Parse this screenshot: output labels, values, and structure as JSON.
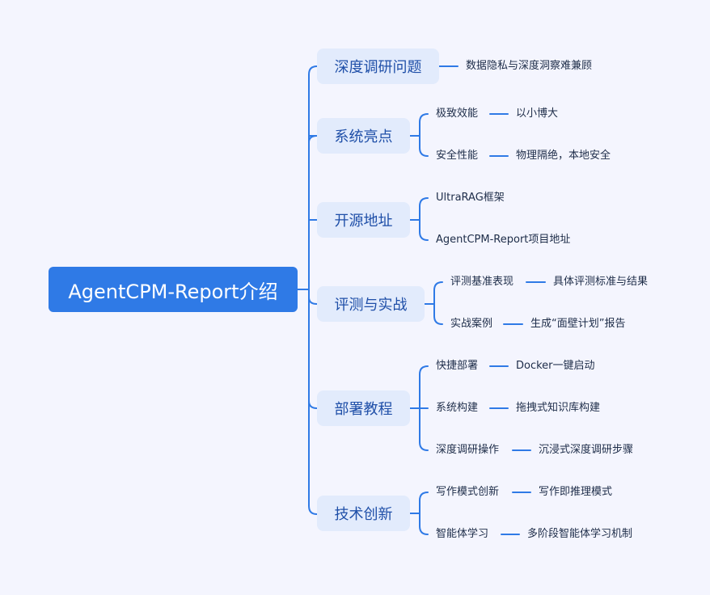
{
  "root": {
    "label": "AgentCPM-Report介绍"
  },
  "colors": {
    "accent": "#2f7ae6",
    "branch_bg": "#e2ebfc",
    "branch_text": "#1f4fa8",
    "background": "#f4f5fe",
    "leaf_text": "#1d2c48"
  },
  "branches": [
    {
      "label": "深度调研问题",
      "children": [],
      "detail": "数据隐私与深度洞察难兼顾"
    },
    {
      "label": "系统亮点",
      "children": [
        {
          "label": "极致效能",
          "detail": "以小博大"
        },
        {
          "label": "安全性能",
          "detail": "物理隔绝，本地安全"
        }
      ]
    },
    {
      "label": "开源地址",
      "children": [
        {
          "label": "UltraRAG框架"
        },
        {
          "label": "AgentCPM-Report项目地址"
        }
      ]
    },
    {
      "label": "评测与实战",
      "children": [
        {
          "label": "评测基准表现",
          "detail": "具体评测标准与结果"
        },
        {
          "label": "实战案例",
          "detail": "生成“面壁计划”报告"
        }
      ]
    },
    {
      "label": "部署教程",
      "children": [
        {
          "label": "快捷部署",
          "detail": "Docker一键启动"
        },
        {
          "label": "系统构建",
          "detail": "拖拽式知识库构建"
        },
        {
          "label": "深度调研操作",
          "detail": "沉浸式深度调研步骤"
        }
      ]
    },
    {
      "label": "技术创新",
      "children": [
        {
          "label": "写作模式创新",
          "detail": "写作即推理模式"
        },
        {
          "label": "智能体学习",
          "detail": "多阶段智能体学习机制"
        }
      ]
    }
  ]
}
